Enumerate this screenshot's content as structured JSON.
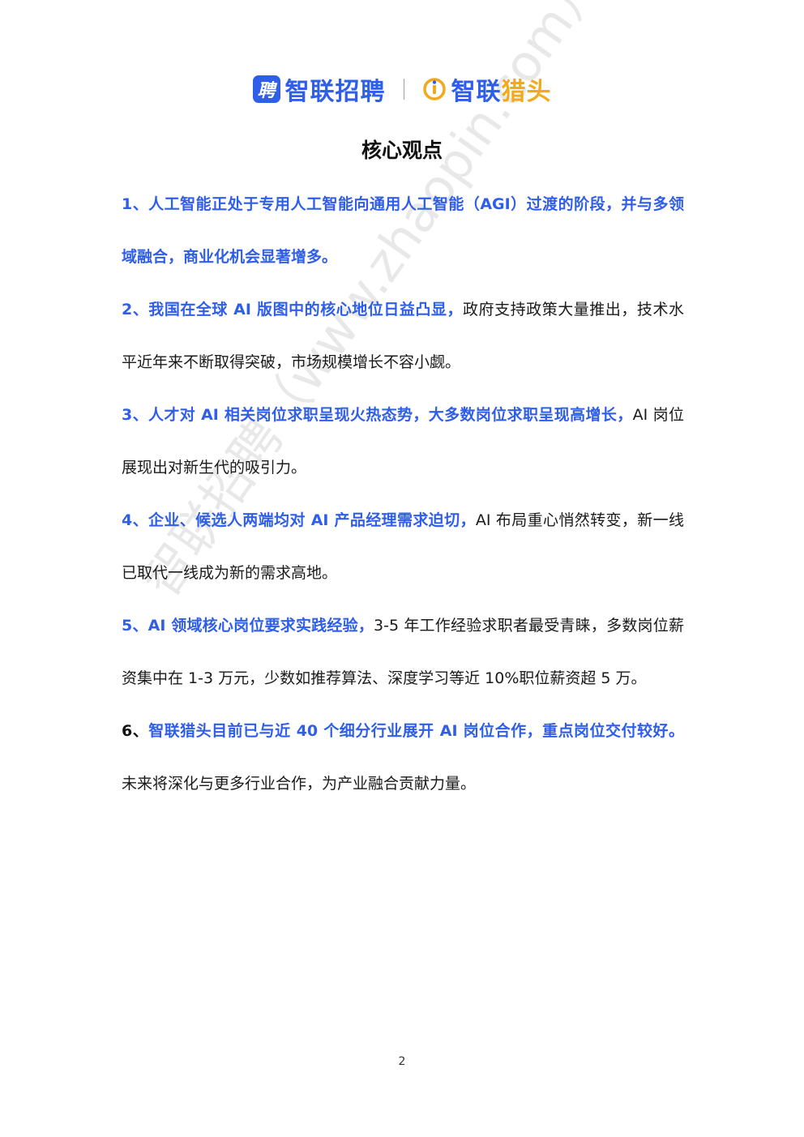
{
  "header": {
    "brand1_badge": "聘",
    "brand1_name": "智联招聘",
    "brand2_name_blue": "智联",
    "brand2_name_orange": "猎头"
  },
  "title": "核心观点",
  "points": [
    {
      "highlight": "1、人工智能正处于专用人工智能向通用人工智能（AGI）过渡的阶段，并与多领域融合，商业化机会显著增多。",
      "rest": ""
    },
    {
      "highlight": "2、我国在全球 AI 版图中的核心地位日益凸显，",
      "rest": "政府支持政策大量推出，技术水平近年来不断取得突破，市场规模增长不容小觑。"
    },
    {
      "highlight": "3、人才对 AI 相关岗位求职呈现火热态势，大多数岗位求职呈现高增长，",
      "rest": "AI 岗位展现出对新生代的吸引力。"
    },
    {
      "highlight": "4、企业、候选人两端均对 AI 产品经理需求迫切，",
      "rest": "AI 布局重心悄然转变，新一线已取代一线成为新的需求高地。"
    },
    {
      "highlight": "5、AI 领域核心岗位要求实践经验，",
      "rest": "3-5 年工作经验求职者最受青睐，多数岗位薪资集中在 1-3 万元，少数如推荐算法、深度学习等近 10%职位薪资超 5 万。"
    },
    {
      "number": "6、",
      "highlight": "智联猎头目前已与近 40 个细分行业展开 AI 岗位合作，重点岗位交付较好。",
      "rest": "未来将深化与更多行业合作，为产业融合贡献力量。"
    }
  ],
  "watermark": "智联招聘（www.zhaopin.com）",
  "page_number": "2",
  "colors": {
    "accent_blue": "#2f5ee8",
    "accent_orange": "#f2a91c"
  }
}
